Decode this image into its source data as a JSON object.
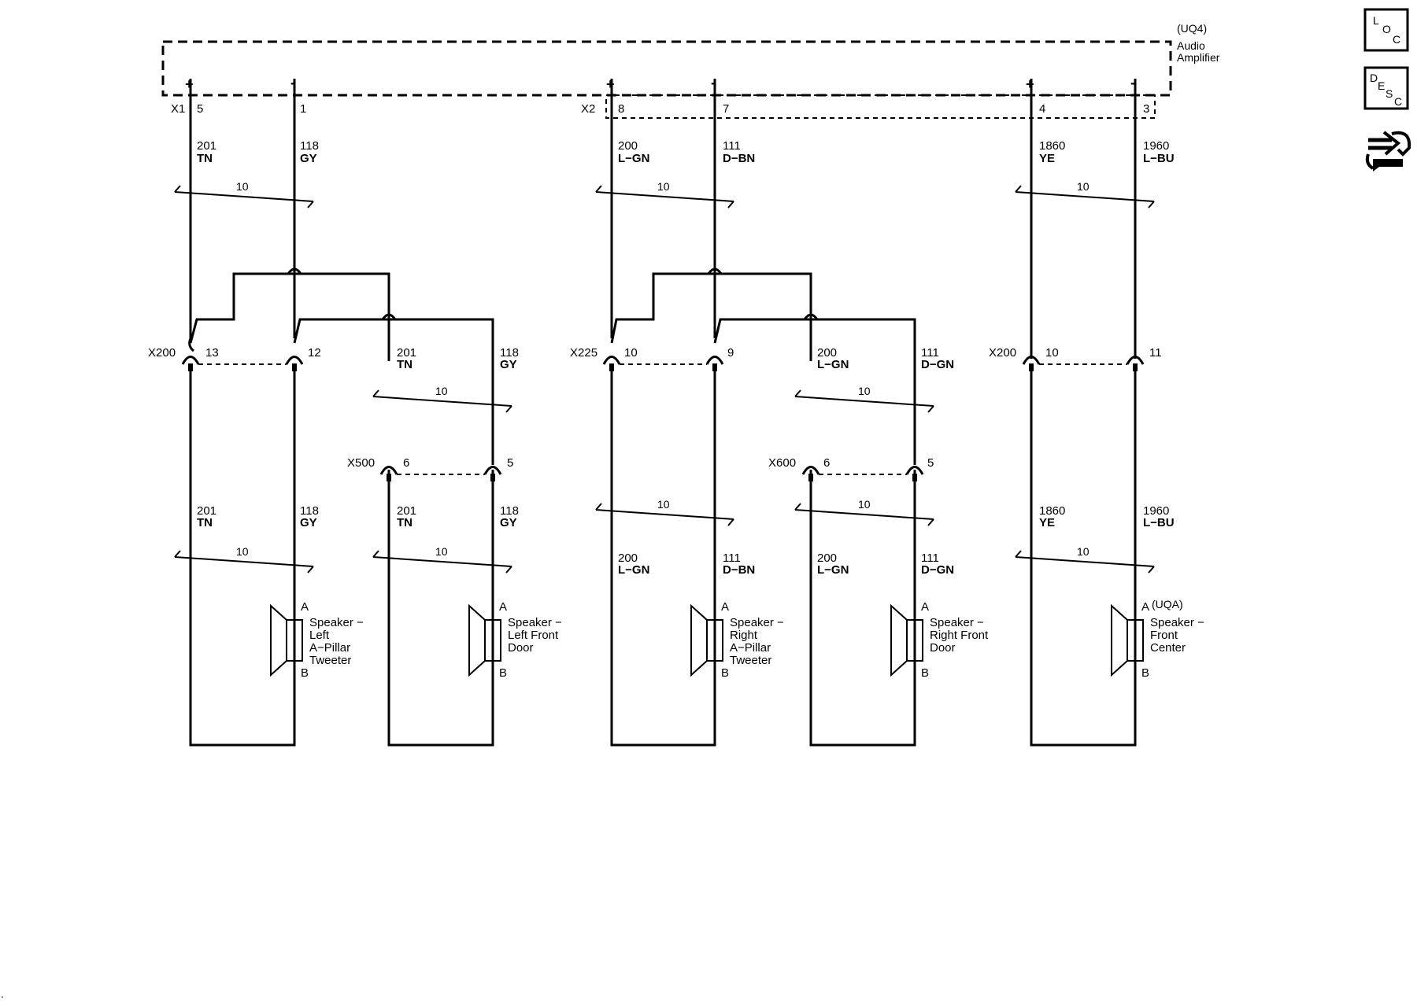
{
  "module": {
    "code": "(UQ4)",
    "name_line1": "Audio",
    "name_line2": "Amplifier",
    "plus": "+",
    "minus": "-",
    "connector_x1": "X1",
    "connector_x2": "X2"
  },
  "pins": {
    "p5": "5",
    "p1": "1",
    "p8": "8",
    "p7": "7",
    "p4": "4",
    "p3": "3"
  },
  "wires_top": [
    {
      "circuit": "201",
      "color": "TN"
    },
    {
      "circuit": "118",
      "color": "GY"
    },
    {
      "circuit": "200",
      "color": "L−GN"
    },
    {
      "circuit": "111",
      "color": "D−BN"
    },
    {
      "circuit": "1860",
      "color": "YE"
    },
    {
      "circuit": "1960",
      "color": "L−BU"
    }
  ],
  "twist_label": "10",
  "inline_connectors": {
    "x200_left": {
      "name": "X200",
      "pin_a": "13",
      "pin_b": "12"
    },
    "x225": {
      "name": "X225",
      "pin_a": "10",
      "pin_b": "9"
    },
    "x200_right": {
      "name": "X200",
      "pin_a": "10",
      "pin_b": "11"
    },
    "x500": {
      "name": "X500",
      "pin_a": "6",
      "pin_b": "5"
    },
    "x600": {
      "name": "X600",
      "pin_a": "6",
      "pin_b": "5"
    }
  },
  "branch_wires": {
    "left_tn": {
      "circuit": "201",
      "color": "TN"
    },
    "left_gy": {
      "circuit": "118",
      "color": "GY"
    },
    "right_lgn": {
      "circuit": "200",
      "color": "L−GN"
    },
    "right_dgn": {
      "circuit": "111",
      "color": "D−GN"
    }
  },
  "lower_wires": {
    "a_tn": {
      "circuit": "201",
      "color": "TN"
    },
    "a_gy": {
      "circuit": "118",
      "color": "GY"
    },
    "b_tn": {
      "circuit": "201",
      "color": "TN"
    },
    "b_gy": {
      "circuit": "118",
      "color": "GY"
    },
    "c_lgn": {
      "circuit": "200",
      "color": "L−GN"
    },
    "c_dbn": {
      "circuit": "111",
      "color": "D−BN"
    },
    "d_lgn": {
      "circuit": "200",
      "color": "L−GN"
    },
    "d_dgn": {
      "circuit": "111",
      "color": "D−GN"
    },
    "e_ye": {
      "circuit": "1860",
      "color": "YE"
    },
    "e_lbu": {
      "circuit": "1960",
      "color": "L−BU"
    }
  },
  "speakers": [
    {
      "pin_a": "A",
      "pin_b": "B",
      "line1": "Speaker −",
      "line2": "Left",
      "line3": "A−Pillar",
      "line4": "Tweeter"
    },
    {
      "pin_a": "A",
      "pin_b": "B",
      "line1": "Speaker −",
      "line2": "Left Front",
      "line3": "Door",
      "line4": ""
    },
    {
      "pin_a": "A",
      "pin_b": "B",
      "line1": "Speaker −",
      "line2": "Right",
      "line3": "A−Pillar",
      "line4": "Tweeter"
    },
    {
      "pin_a": "A",
      "pin_b": "B",
      "line1": "Speaker −",
      "line2": "Right Front",
      "line3": "Door",
      "line4": ""
    },
    {
      "pin_a": "A",
      "pin_b": "B",
      "line1": "Speaker −",
      "line2": "Front",
      "line3": "Center",
      "line4": "",
      "option": "(UQA)"
    }
  ],
  "side_icons": {
    "loc": {
      "l1": "L",
      "l2": "O",
      "l3": "C"
    },
    "desc": {
      "l1": "D",
      "l2": "E",
      "l3": "S",
      "l4": "C"
    },
    "connector_icon": "connector-wrench-icon"
  },
  "corner_mark": "."
}
